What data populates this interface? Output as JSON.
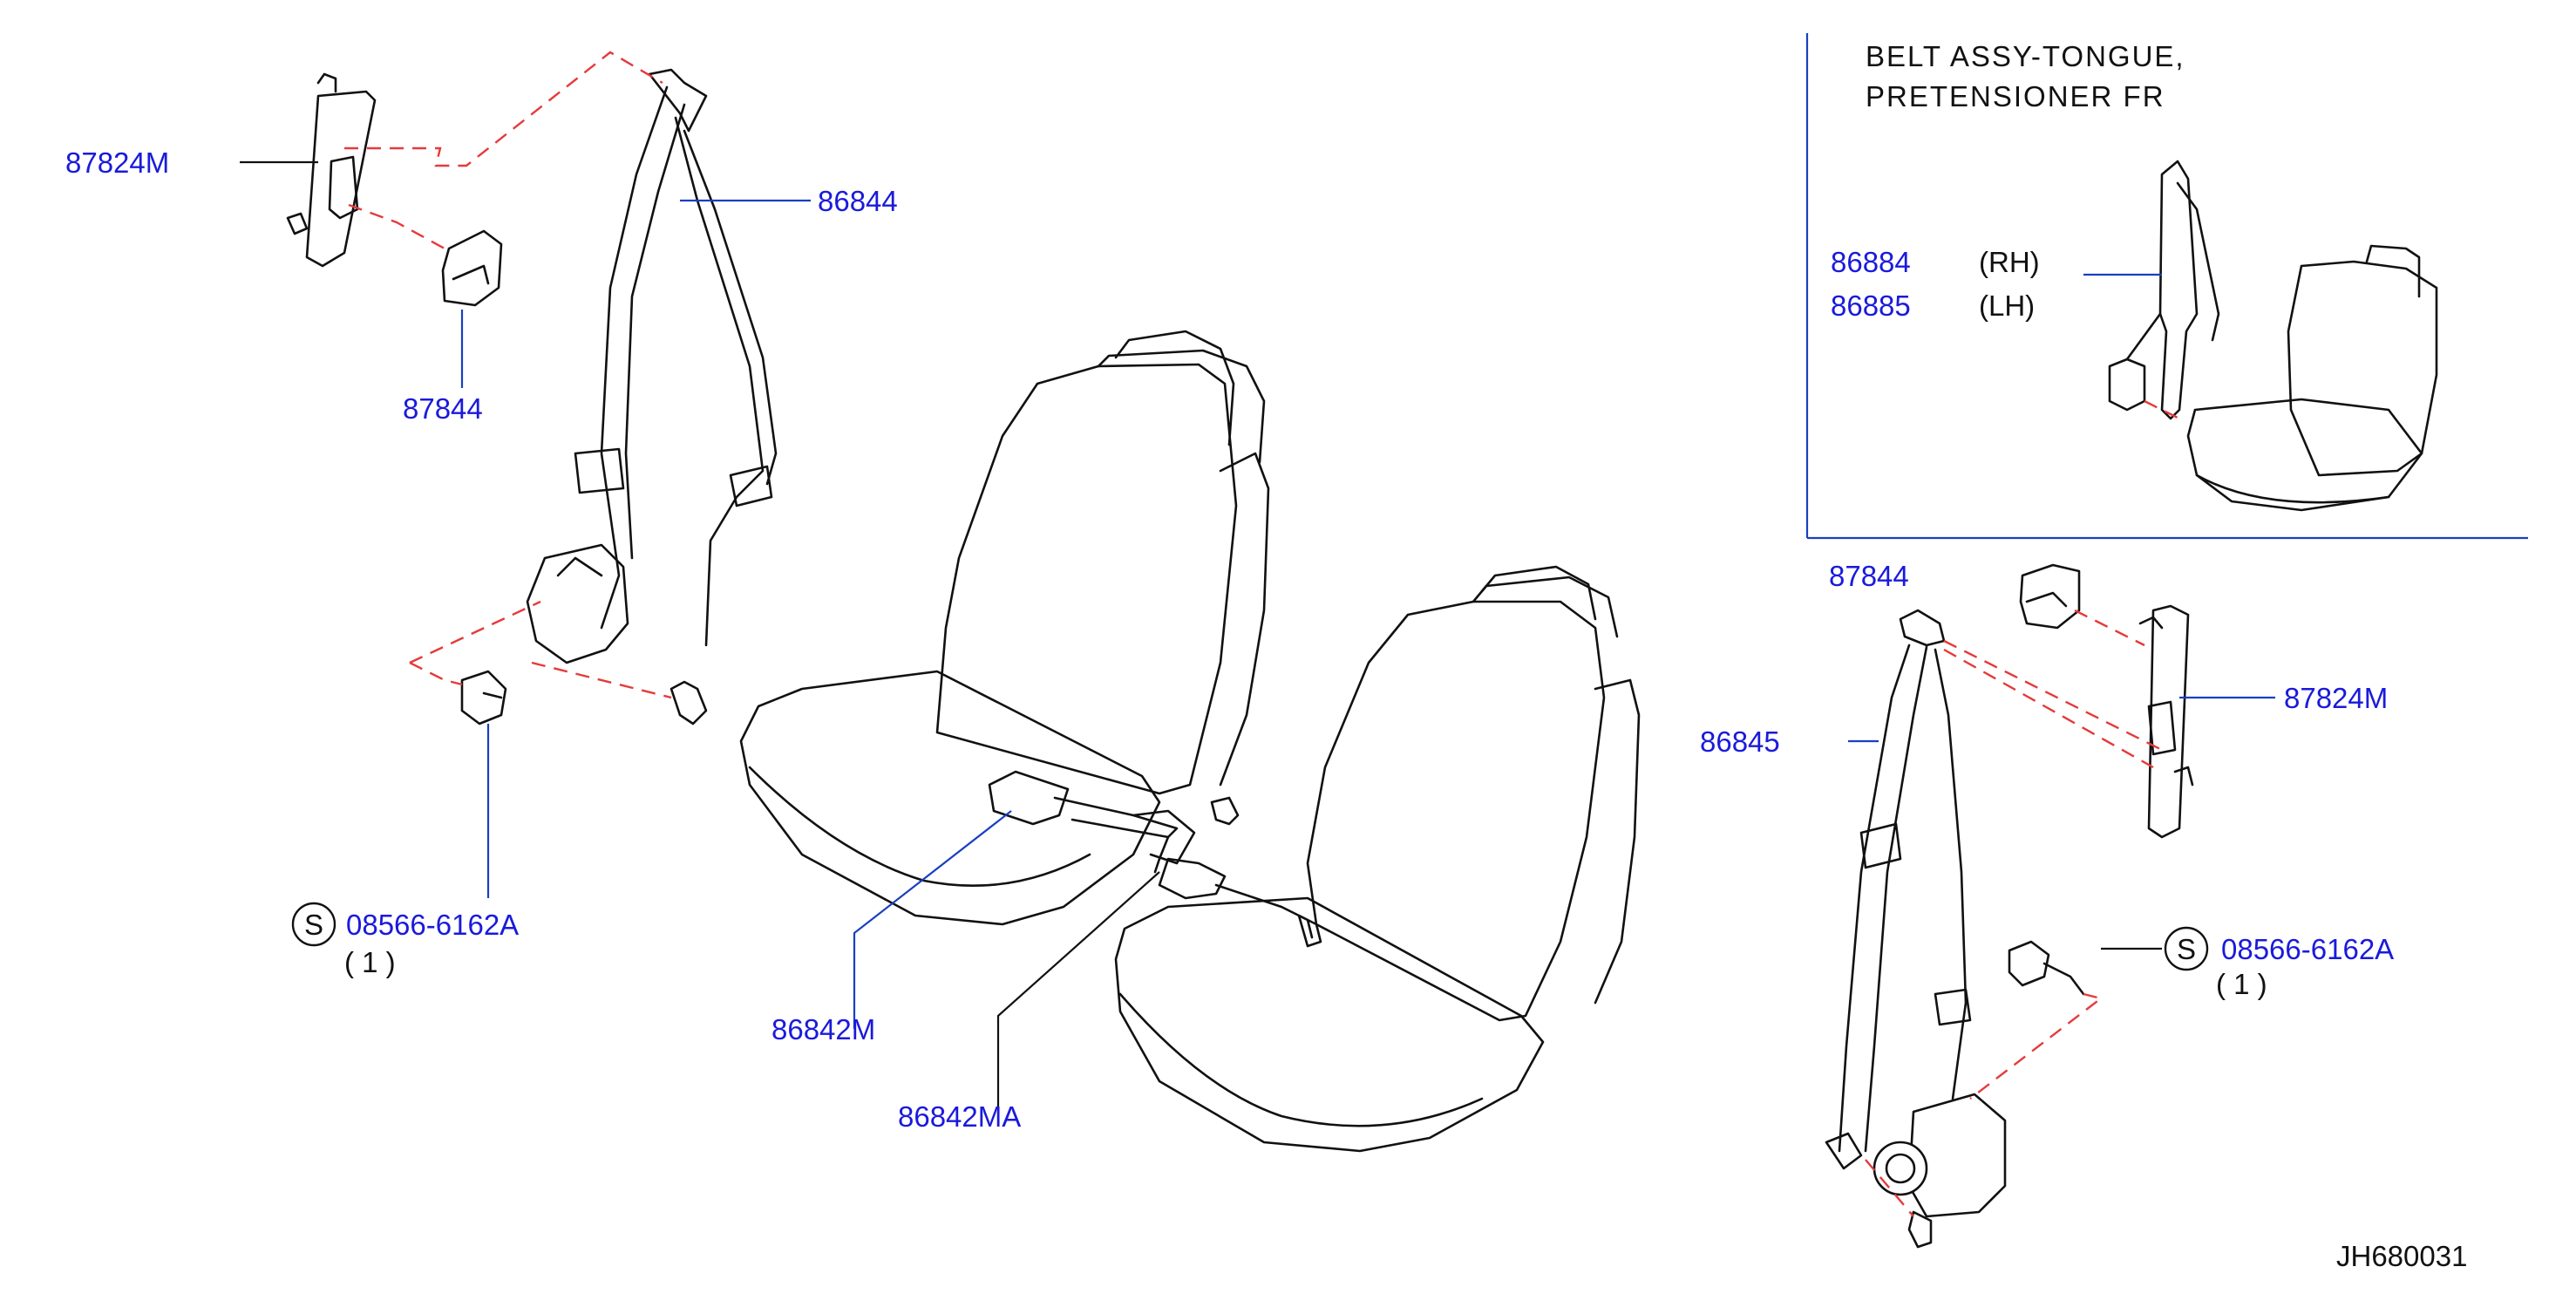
{
  "inset": {
    "title_line1": "BELT  ASSY-TONGUE,",
    "title_line2": "PRETENSIONER  FR",
    "part_rh": "86884",
    "side_rh": "(RH)",
    "part_lh": "86885",
    "side_lh": "(LH)"
  },
  "labels": {
    "left_anchor": "87824M",
    "left_belt": "86844",
    "left_cover": "87844",
    "left_bolt_symbol": "S",
    "left_bolt": "08566-6162A",
    "left_bolt_qty": "(   1   )",
    "buckle": "86842M",
    "buckle_a": "86842MA",
    "right_cover": "87844",
    "right_belt": "86845",
    "right_anchor": "87824M",
    "right_bolt_symbol": "S",
    "right_bolt": "08566-6162A",
    "right_bolt_qty": "(   1   )",
    "diagram_code": "JH680031"
  },
  "colors": {
    "part_number": "#1a1adc",
    "leader_line": "#1a3fbf",
    "dashed_guide": "#e53a3a",
    "outline": "#111111"
  }
}
